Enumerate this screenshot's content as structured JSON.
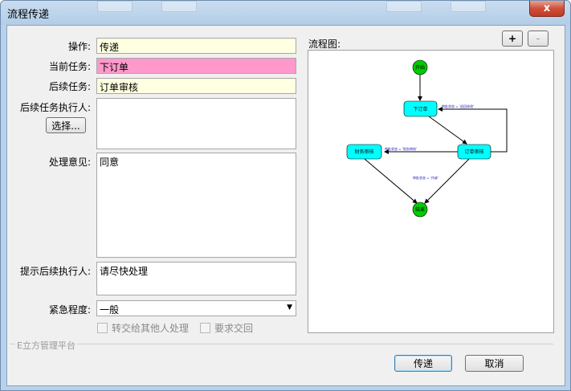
{
  "window": {
    "title": "流程传递",
    "close_label": "x"
  },
  "form": {
    "operation_label": "操作:",
    "operation_value": "传递",
    "current_task_label": "当前任务:",
    "current_task_value": "下订单",
    "next_task_label": "后续任务:",
    "next_task_value": "订单审核",
    "next_executor_label": "后续任务执行人:",
    "select_button": "选择...",
    "next_executor_value": "",
    "opinion_label": "处理意见:",
    "opinion_value": "同意",
    "hint_label": "提示后续执行人:",
    "hint_value": "请尽快处理",
    "urgency_label": "紧急程度:",
    "urgency_value": "一般",
    "transfer_checkbox": "转交给其他人处理",
    "return_checkbox": "要求交回"
  },
  "diagram": {
    "label": "流程图:",
    "zoom_in": "+",
    "zoom_out": "-",
    "nodes": {
      "start": "开始",
      "order": "下订单",
      "review": "订单审核",
      "finance": "财务审核",
      "end": "结束"
    },
    "edges": {
      "reject": "审批状态 = '退回修改'",
      "to_finance": "审批状态 = '财务审核'",
      "to_end": "审批状态 = '作废'"
    },
    "colors": {
      "task_fill": "#00ffff",
      "event_fill": "#00cc00"
    }
  },
  "footer": {
    "group_label": "E立方管理平台",
    "ok_button": "传递",
    "cancel_button": "取消"
  }
}
